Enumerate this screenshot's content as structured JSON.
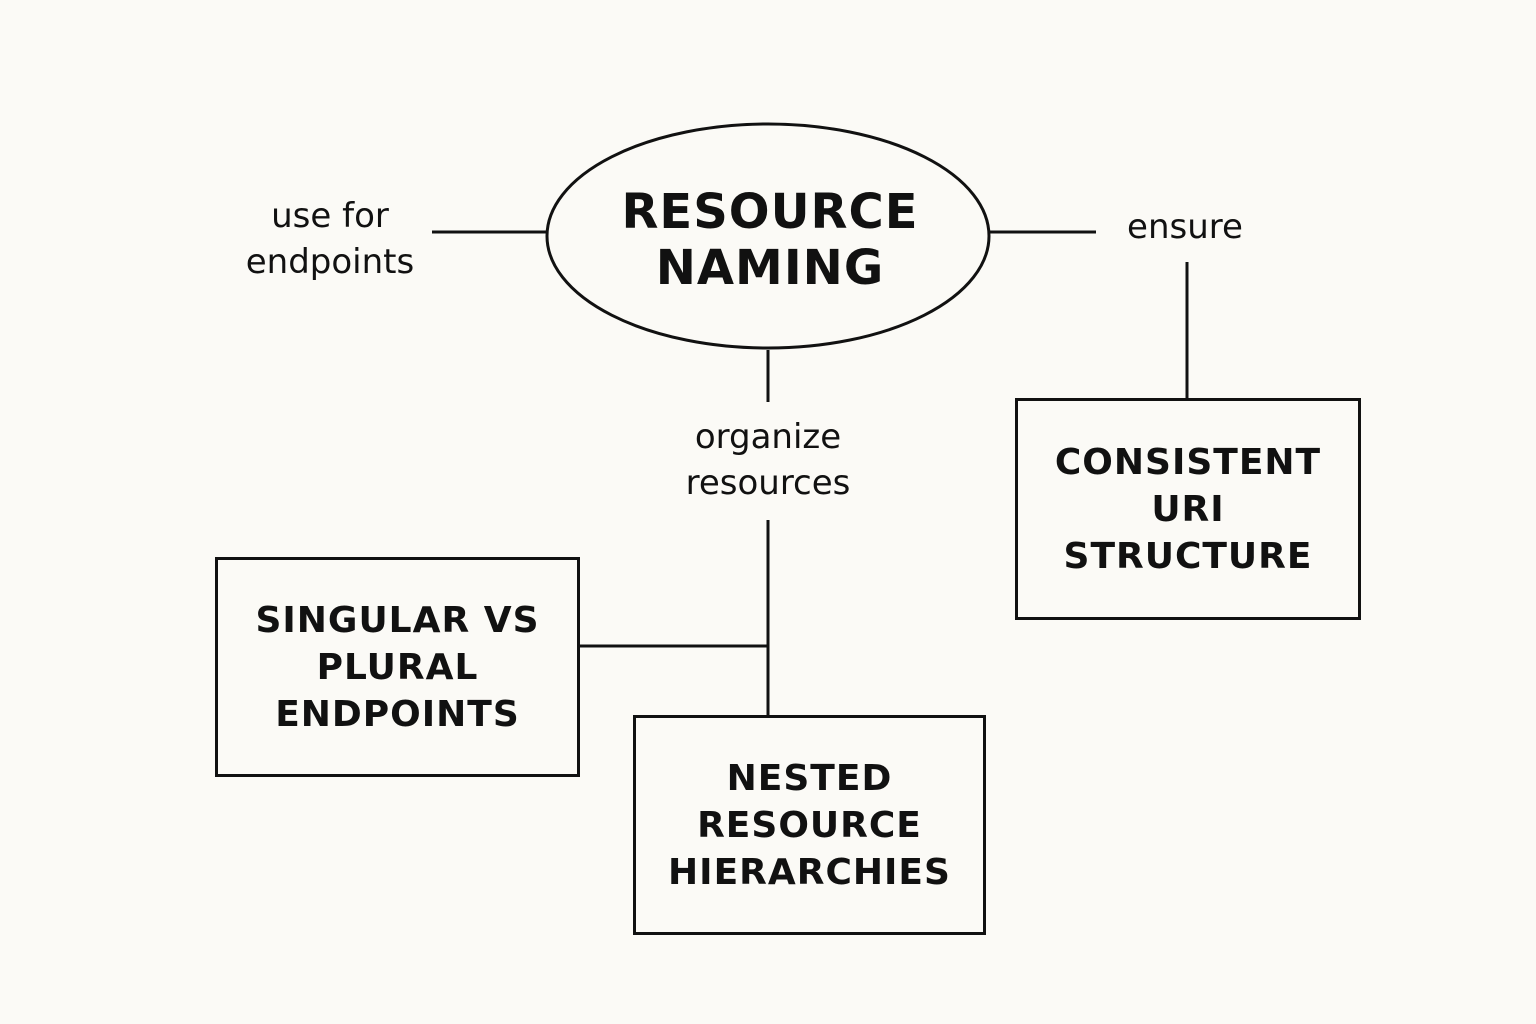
{
  "diagram": {
    "central_node": "RESOURCE\nNAMING",
    "edge_labels": {
      "use_for": "use for\nendpoints",
      "organize": "organize\nresources",
      "ensure": "ensure"
    },
    "nodes": {
      "singular_plural": "SINGULAR VS\nPLURAL\nENDPOINTS",
      "nested": "NESTED\nRESOURCE\nHIERARCHIES",
      "consistent": "CONSISTENT\nURI\nSTRUCTURE"
    },
    "colors": {
      "background": "#fbfaf6",
      "stroke": "#111111"
    }
  }
}
